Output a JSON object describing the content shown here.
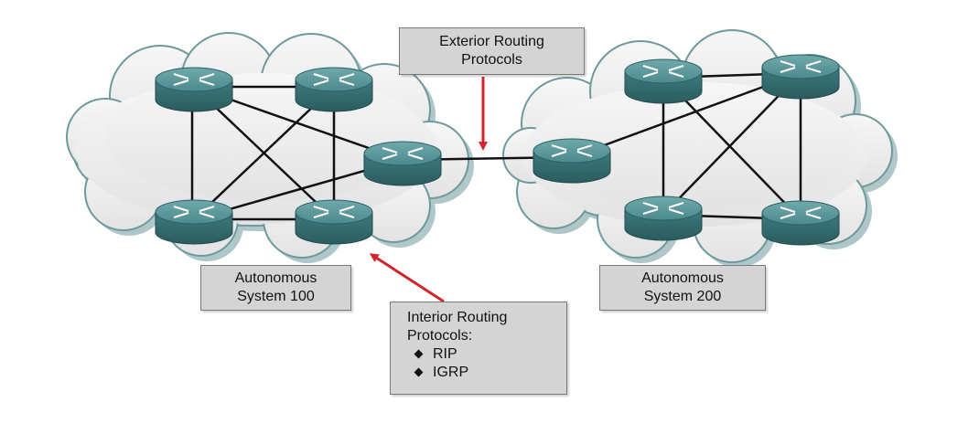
{
  "diagram": {
    "exterior_label": {
      "line1": "Exterior Routing",
      "line2": "Protocols"
    },
    "as100_label": {
      "line1": "Autonomous",
      "line2": "System 100"
    },
    "as200_label": {
      "line1": "Autonomous",
      "line2": "System 200"
    },
    "interior_label": {
      "line1": "Interior Routing",
      "line2": "Protocols:",
      "items": [
        "RIP",
        "IGRP"
      ]
    },
    "icons": {
      "router": "router-icon",
      "cloud": "cloud-icon",
      "arrow": "red-arrow-icon"
    },
    "colors": {
      "router_top": "#4f8f93",
      "router_side": "#2f6568",
      "cloud_fill": "#eeeeee",
      "cloud_edge": "#5f8f91",
      "link": "#111111",
      "arrow": "#d4232b",
      "label_bg": "#d4d4d4"
    }
  }
}
